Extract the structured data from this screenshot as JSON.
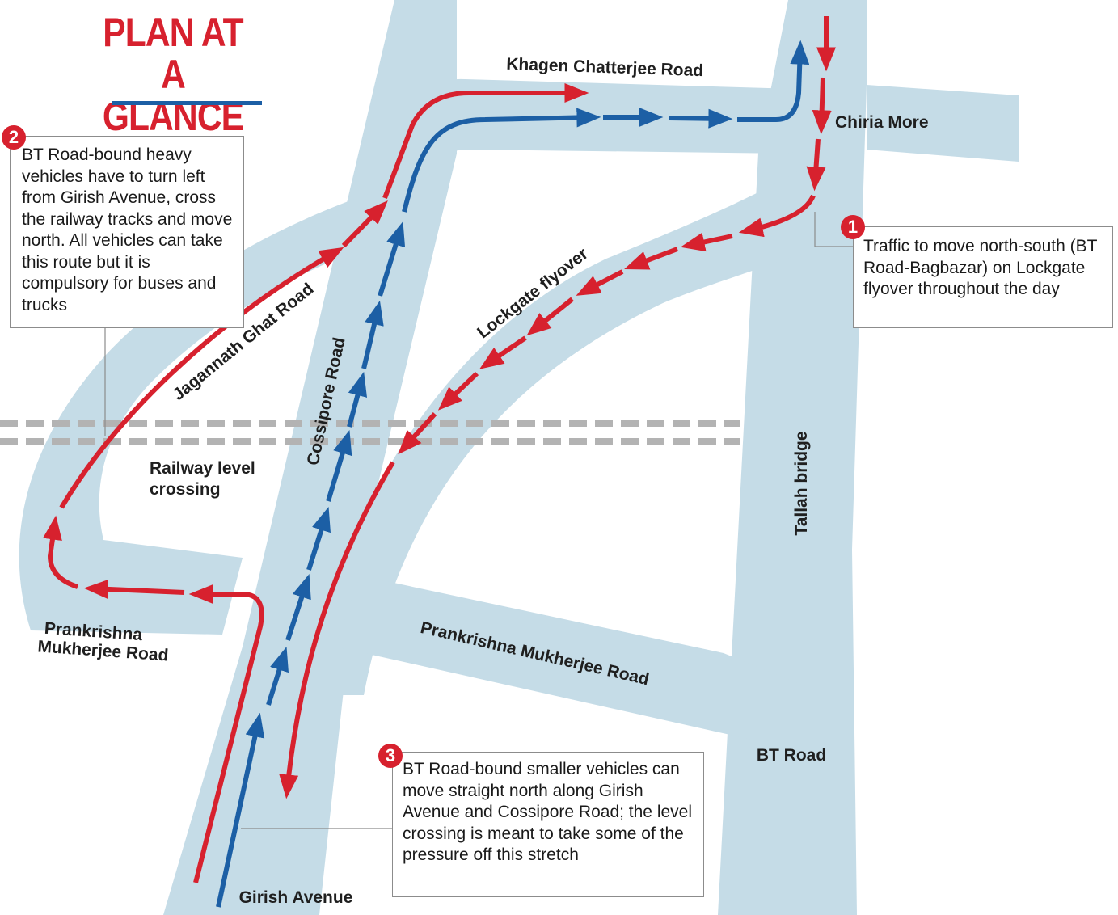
{
  "title": {
    "line1": "PLAN AT A",
    "line2": "GLANCE"
  },
  "roads": {
    "khagen_chatterjee": "Khagen Chatterjee Road",
    "chiria_more": "Chiria More",
    "jagannath_ghat": "Jagannath Ghat Road",
    "cossipore": "Cossipore Road",
    "lockgate_flyover": "Lockgate flyover",
    "tallah_bridge": "Tallah bridge",
    "railway_crossing_line1": "Railway level",
    "railway_crossing_line2": "crossing",
    "prankrishna_west_line1": "Prankrishna",
    "prankrishna_west_line2": "Mukherjee Road",
    "prankrishna_east": "Prankrishna Mukherjee Road",
    "bt_road": "BT Road",
    "girish_avenue": "Girish Avenue"
  },
  "callouts": [
    {
      "number": "1",
      "text": "Traffic to move north-south (BT Road-Bagbazar) on Lockgate flyover throughout the day"
    },
    {
      "number": "2",
      "text": "BT Road-bound heavy vehicles have to turn left from Girish Avenue, cross the railway tracks and move north. All vehicles can take this route but it is compulsory for buses and trucks"
    },
    {
      "number": "3",
      "text": "BT Road-bound smaller vehicles can move straight north along Girish Avenue and Cossipore Road; the level crossing is meant to take some of the pressure off this stretch"
    }
  ],
  "colors": {
    "road": "#c5dce7",
    "red_route": "#d7212e",
    "blue_route": "#1c5fa5",
    "rail": "#b3b3b3"
  }
}
